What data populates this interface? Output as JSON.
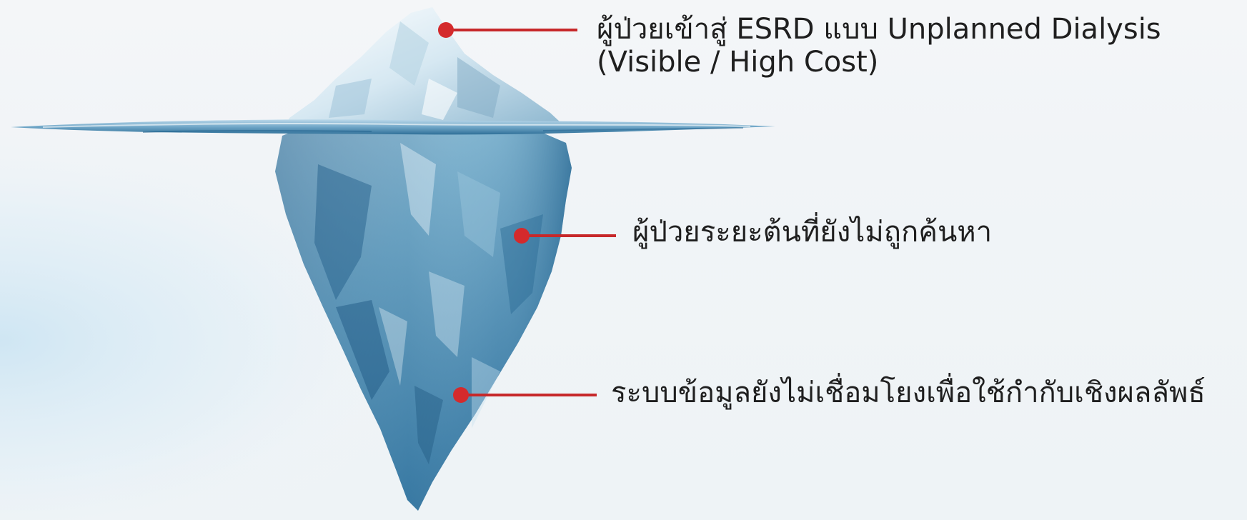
{
  "callouts": {
    "tip": {
      "line1": "ผู้ป่วยเข้าสู่ ESRD แบบ Unplanned Dialysis",
      "line2": "(Visible / High Cost)"
    },
    "middle": "ผู้ป่วยระยะต้นที่ยังไม่ถูกค้นหา",
    "bottom": "ระบบข้อมูลยังไม่เชื่อมโยงเพื่อใช้กำกับเชิงผลลัพธ์"
  },
  "colors": {
    "callout_line": "#c7282a",
    "callout_dot": "#d42a2c",
    "text": "#1f1f1f",
    "water": "#cfe6f3"
  }
}
